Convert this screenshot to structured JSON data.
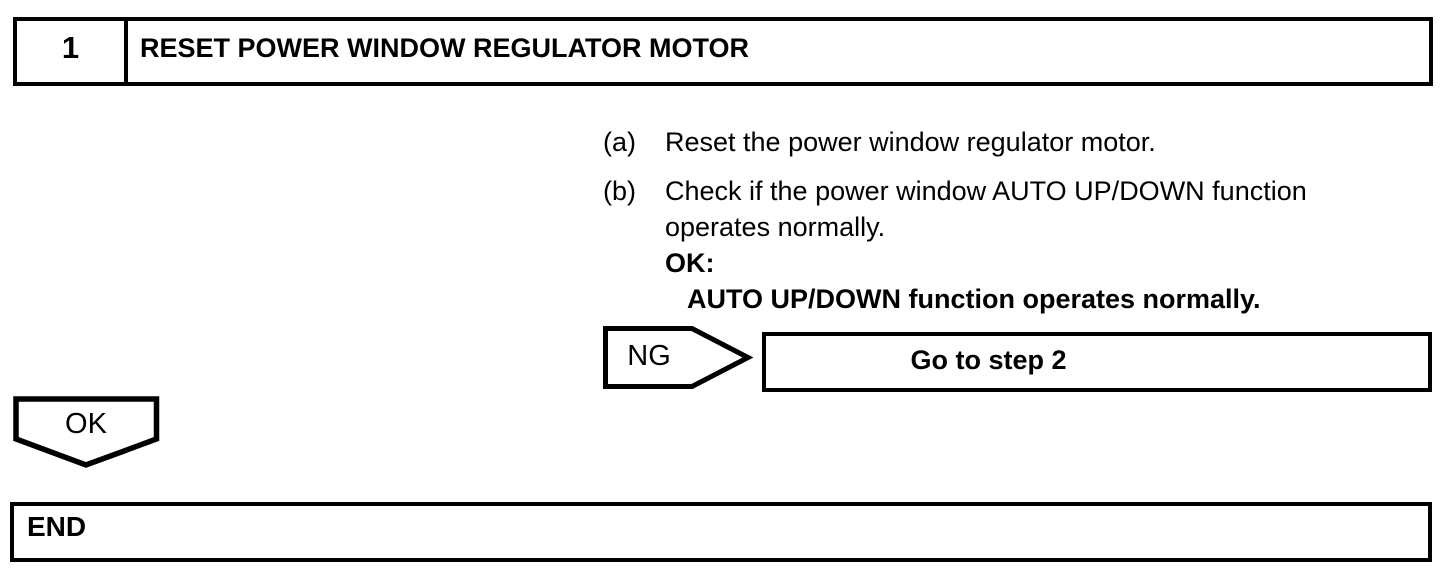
{
  "step": {
    "number": "1",
    "title": "RESET POWER WINDOW REGULATOR MOTOR"
  },
  "procedure": {
    "items": [
      {
        "label": "(a)",
        "text": "Reset the power window regulator motor."
      },
      {
        "label": "(b)",
        "text": "Check if the power window AUTO UP/DOWN function operates normally."
      }
    ],
    "ok_label": "OK:",
    "ok_condition": "AUTO UP/DOWN function operates normally."
  },
  "flow": {
    "ng_label": "NG",
    "ng_result": "Go to step 2",
    "ok_label": "OK",
    "end_label": "END"
  },
  "colors": {
    "line": "#000000",
    "background": "#ffffff"
  }
}
